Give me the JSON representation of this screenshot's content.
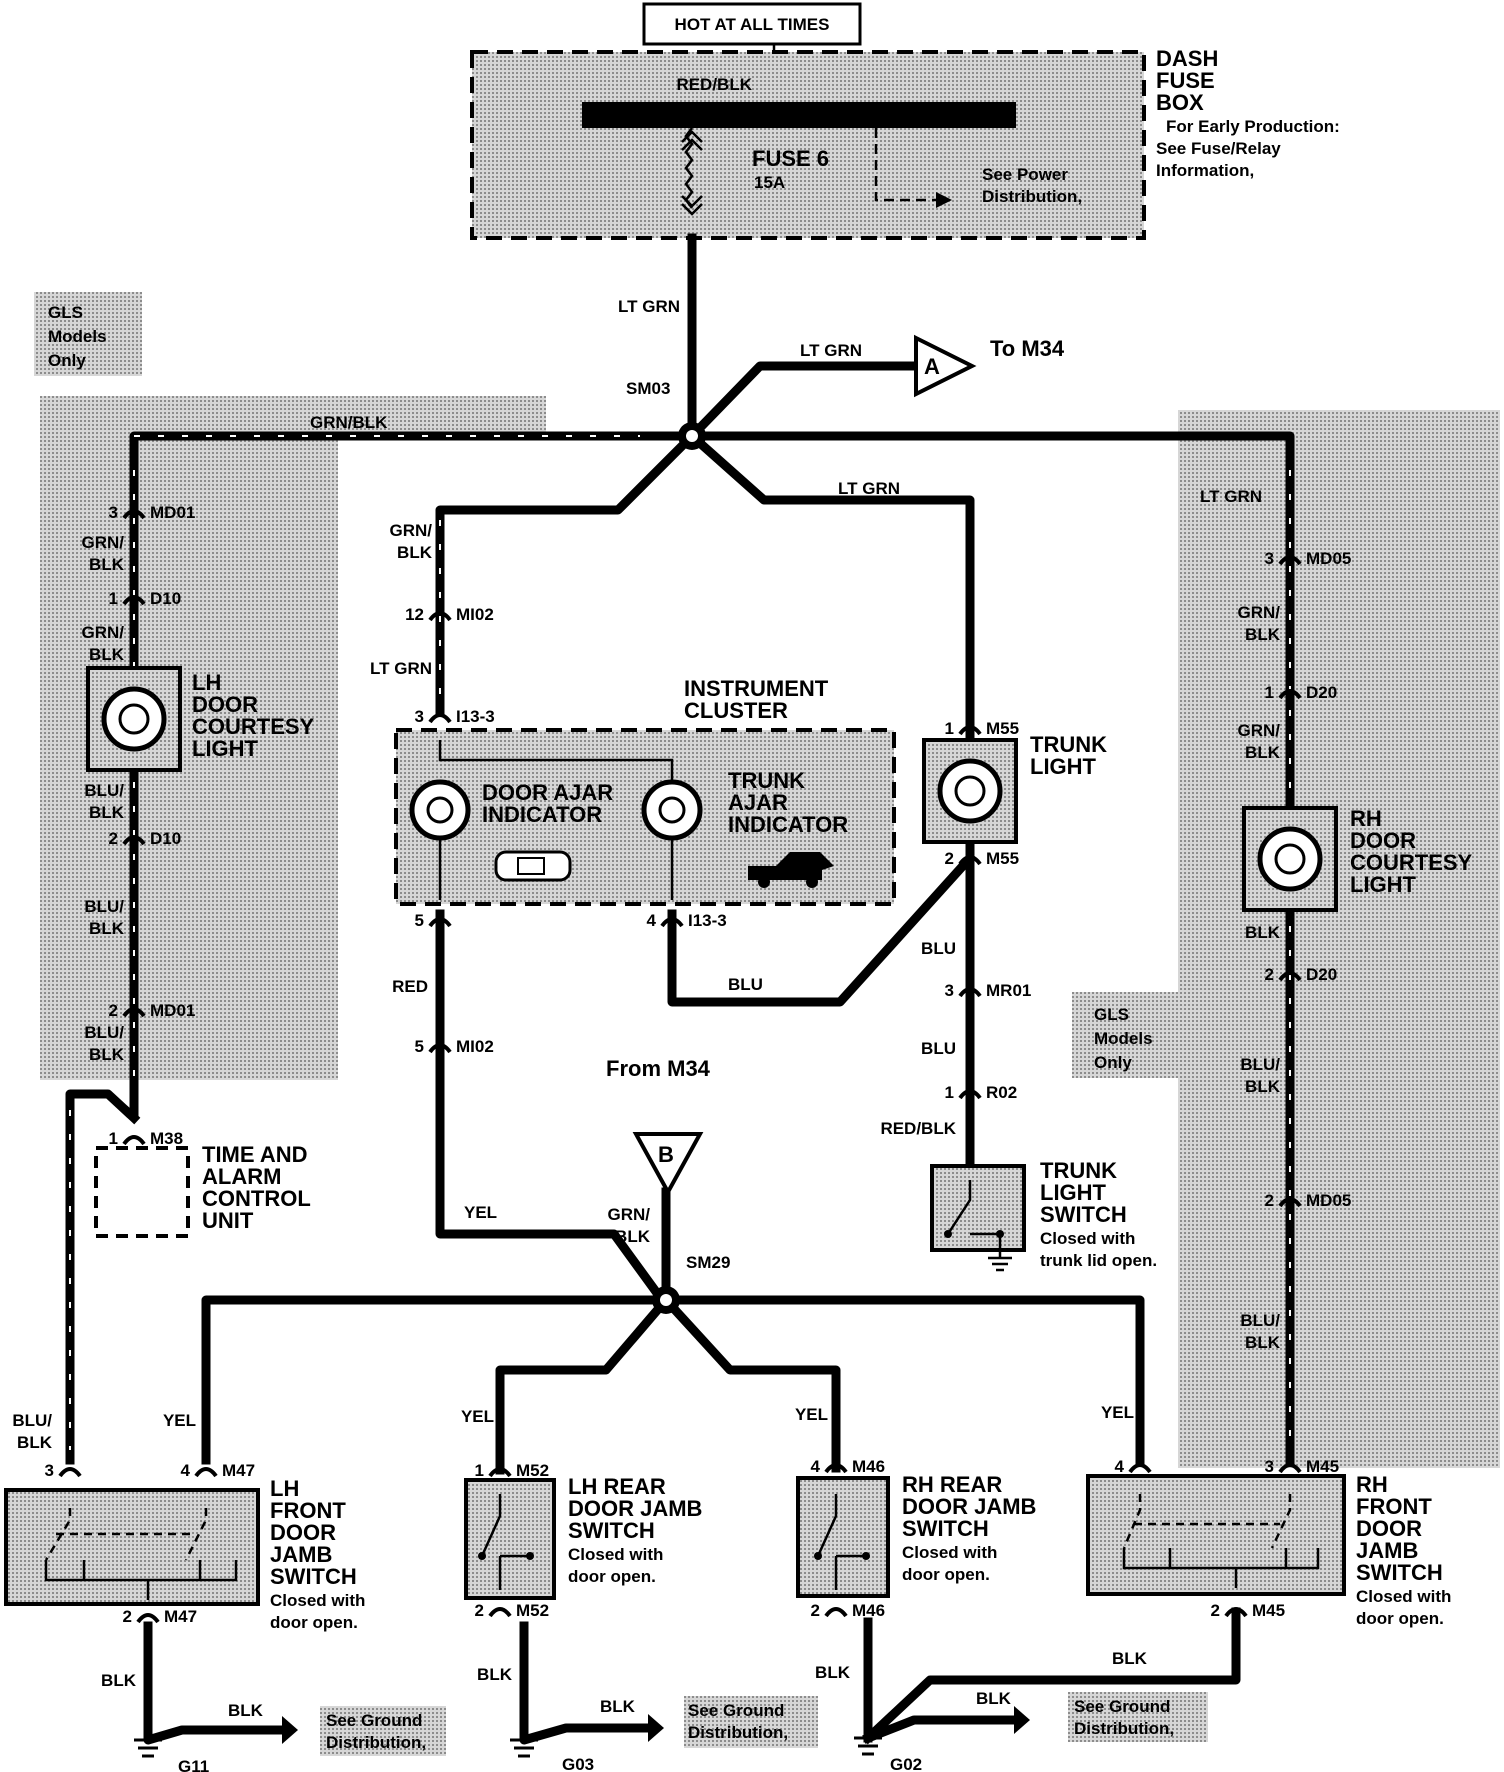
{
  "colors": {
    "ink": "#000000",
    "shade": "#bdbdbd",
    "background": "#ffffff"
  },
  "power": {
    "hot_label": "HOT AT ALL TIMES",
    "fuse_box": [
      "DASH",
      "FUSE",
      "BOX"
    ],
    "fuse_box_note": [
      "For Early Production:",
      "See Fuse/Relay",
      "Information,"
    ],
    "bus_wire": "RED/BLK",
    "fuse_name": "FUSE 6",
    "fuse_rating": "15A",
    "power_note": [
      "See Power",
      "Distribution,"
    ]
  },
  "gls_note_top": [
    "GLS",
    "Models",
    "Only"
  ],
  "gls_note_mid": [
    "GLS",
    "Models",
    "Only"
  ],
  "splices": {
    "top": "SM03",
    "bottom": "SM29"
  },
  "connectors_ab": {
    "a_letter": "A",
    "a_label": "To M34",
    "b_letter": "B",
    "b_label": "From M34"
  },
  "wire_labels": {
    "lt_grn_main": "LT GRN",
    "lt_grn_a": "LT GRN",
    "grn_blk_top": "GRN/BLK",
    "lt_grn_center": "LT GRN",
    "lt_grn_right": "LT GRN",
    "grn_blk_cluster": [
      "GRN/",
      "BLK"
    ],
    "lt_grn_cluster": "LT GRN",
    "lh_grn_blk_1": [
      "GRN/",
      "BLK"
    ],
    "lh_grn_blk_2": [
      "GRN/",
      "BLK"
    ],
    "lh_blu_blk_1": [
      "BLU/",
      "BLK"
    ],
    "lh_blu_blk_2": [
      "BLU/",
      "BLK"
    ],
    "lh_blu_blk_3": [
      "BLU/",
      "BLK"
    ],
    "lh_blu_blk_4": [
      "BLU/",
      "BLK"
    ],
    "rh_grn_blk_1": [
      "GRN/",
      "BLK"
    ],
    "rh_grn_blk_2": [
      "GRN/",
      "BLK"
    ],
    "rh_blk": "BLK",
    "rh_blu_blk_1": [
      "BLU/",
      "BLK"
    ],
    "rh_blu_blk_2": [
      "BLU/",
      "BLK"
    ],
    "red": "RED",
    "blu_cluster": "BLU",
    "blu_trunk_1": "BLU",
    "blu_trunk_2": "BLU",
    "red_blk_trunk": "RED/BLK",
    "yel_main": "YEL",
    "grn_blk_b": [
      "GRN/",
      "BLK"
    ],
    "yel_lh_front": "YEL",
    "yel_lh_rear": "YEL",
    "yel_rh_rear": "YEL",
    "yel_rh_front": "YEL",
    "blk_g11_v": "BLK",
    "blk_g11_h": "BLK",
    "blk_g03_v": "BLK",
    "blk_g03_h": "BLK",
    "blk_g02_v": "BLK",
    "blk_g02_h": "BLK",
    "blk_g02_rh": "BLK"
  },
  "connectors": [
    {
      "pin": "3",
      "name": "MD01"
    },
    {
      "pin": "1",
      "name": "D10"
    },
    {
      "pin": "2",
      "name": "D10"
    },
    {
      "pin": "2",
      "name": "MD01"
    },
    {
      "pin": "1",
      "name": "M38"
    },
    {
      "pin": "12",
      "name": "MI02"
    },
    {
      "pin": "3",
      "name": "I13-3"
    },
    {
      "pin": "5",
      "name": ""
    },
    {
      "pin": "4",
      "name": "I13-3"
    },
    {
      "pin": "5",
      "name": "MI02"
    },
    {
      "pin": "1",
      "name": "M55"
    },
    {
      "pin": "2",
      "name": "M55"
    },
    {
      "pin": "3",
      "name": "MR01"
    },
    {
      "pin": "1",
      "name": "R02"
    },
    {
      "pin": "3",
      "name": "MD05"
    },
    {
      "pin": "1",
      "name": "D20"
    },
    {
      "pin": "2",
      "name": "D20"
    },
    {
      "pin": "2",
      "name": "MD05"
    },
    {
      "pin": "3",
      "name": ""
    },
    {
      "pin": "4",
      "name": "M47"
    },
    {
      "pin": "2",
      "name": "M47"
    },
    {
      "pin": "1",
      "name": "M52"
    },
    {
      "pin": "2",
      "name": "M52"
    },
    {
      "pin": "4",
      "name": "M46"
    },
    {
      "pin": "2",
      "name": "M46"
    },
    {
      "pin": "4",
      "name": ""
    },
    {
      "pin": "3",
      "name": "M45"
    },
    {
      "pin": "2",
      "name": "M45"
    }
  ],
  "components": {
    "lh_courtesy": [
      "LH",
      "DOOR",
      "COURTESY",
      "LIGHT"
    ],
    "rh_courtesy": [
      "RH",
      "DOOR",
      "COURTESY",
      "LIGHT"
    ],
    "cluster": [
      "INSTRUMENT",
      "CLUSTER"
    ],
    "door_ajar": [
      "DOOR AJAR",
      "INDICATOR"
    ],
    "trunk_ajar": [
      "TRUNK",
      "AJAR",
      "INDICATOR"
    ],
    "trunk_light": [
      "TRUNK",
      "LIGHT"
    ],
    "time_alarm": [
      "TIME AND",
      "ALARM",
      "CONTROL",
      "UNIT"
    ],
    "trunk_switch": [
      "TRUNK",
      "LIGHT",
      "SWITCH",
      "Closed with",
      "trunk lid open."
    ],
    "lh_front_switch": [
      "LH",
      "FRONT",
      "DOOR",
      "JAMB",
      "SWITCH",
      "Closed with",
      "door open."
    ],
    "lh_rear_switch": [
      "LH REAR",
      "DOOR JAMB",
      "SWITCH",
      "Closed with",
      "door open."
    ],
    "rh_rear_switch": [
      "RH REAR",
      "DOOR JAMB",
      "SWITCH",
      "Closed with",
      "door open."
    ],
    "rh_front_switch": [
      "RH",
      "FRONT",
      "DOOR",
      "JAMB",
      "SWITCH",
      "Closed with",
      "door open."
    ]
  },
  "grounds": {
    "g11": "G11",
    "g03": "G03",
    "g02": "G02",
    "note_g11": [
      "See Ground",
      "Distribution,"
    ],
    "note_g03": [
      "See Ground",
      "Distribution,"
    ],
    "note_g02": [
      "See Ground",
      "Distribution,"
    ]
  }
}
